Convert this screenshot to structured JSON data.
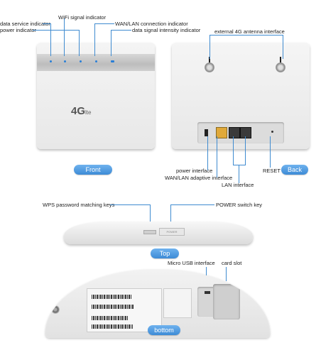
{
  "labels": {
    "data_service": "data service indicator",
    "power_indicator": "power indicator",
    "wifi_signal": "WiFi signal indicator",
    "wan_lan_connection": "WAN/LAN connection indicator",
    "data_signal_intensity": "data signal intensity indicator",
    "external_antenna": "external 4G antenna interface",
    "power_interface": "power interface",
    "wan_lan_adaptive": "WAN/LAN adaptive interface",
    "lan_interface": "LAN interface",
    "reset": "RESET",
    "wps_keys": "WPS password matching keys",
    "power_switch": "POWER switch key",
    "micro_usb": "Micro USB interface",
    "card_slot": "card slot"
  },
  "views": {
    "front": "Front",
    "back": "Back",
    "top": "Top",
    "bottom": "bottom"
  },
  "device_logo": {
    "main": "4G",
    "sub": "lte"
  },
  "top_button_text": "POWER",
  "colors": {
    "accent": "#3f8bd0",
    "led": "#2a7fd6"
  }
}
